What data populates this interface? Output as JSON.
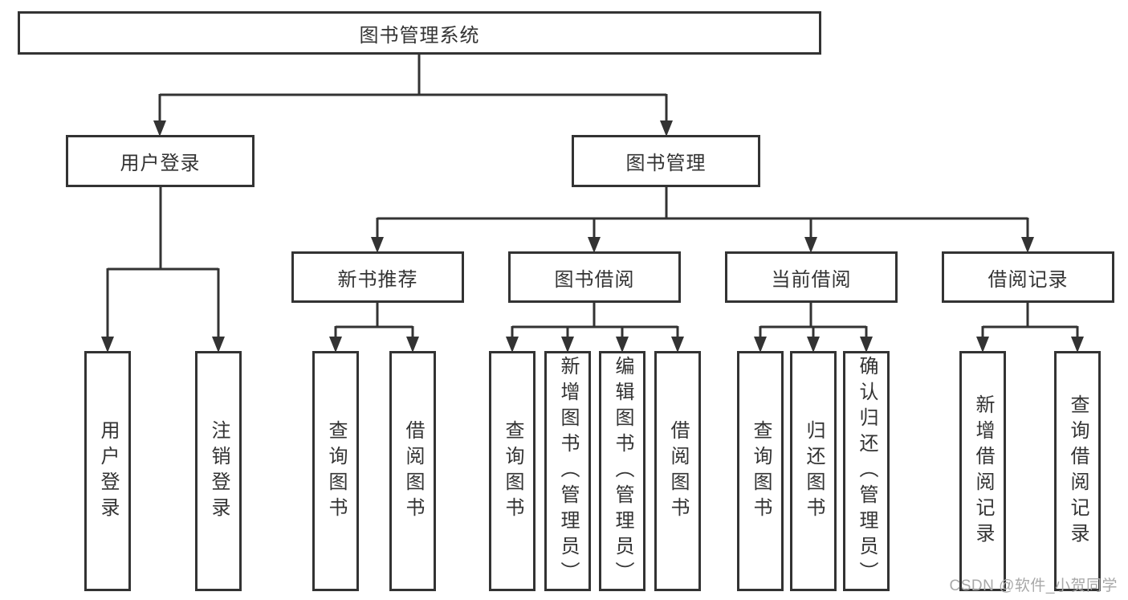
{
  "colors": {
    "line": "#333333",
    "box_border": "#333333",
    "box_fill": "#ffffff",
    "text": "#333333",
    "watermark": "#a8a8a8",
    "background": "#ffffff"
  },
  "diagram": {
    "root": {
      "label": "图书管理系统"
    },
    "level2": [
      {
        "id": "user-login",
        "label": "用户登录"
      },
      {
        "id": "book-management",
        "label": "图书管理"
      }
    ],
    "level3": [
      {
        "id": "new-book-recommend",
        "label": "新书推荐"
      },
      {
        "id": "book-borrowing",
        "label": "图书借阅"
      },
      {
        "id": "current-borrowing",
        "label": "当前借阅"
      },
      {
        "id": "borrowing-records",
        "label": "借阅记录"
      }
    ],
    "leaves": {
      "user_login": [
        {
          "label": "用户登录"
        },
        {
          "label": "注销登录"
        }
      ],
      "new_book_recommend": [
        {
          "label": "查询图书"
        },
        {
          "label": "借阅图书"
        }
      ],
      "book_borrowing": [
        {
          "label": "查询图书"
        },
        {
          "label": "新增图书（管理员）"
        },
        {
          "label": "编辑图书（管理员）"
        },
        {
          "label": "借阅图书"
        }
      ],
      "current_borrowing": [
        {
          "label": "查询图书"
        },
        {
          "label": "归还图书"
        },
        {
          "label": "确认归还（管理员）"
        }
      ],
      "borrowing_records": [
        {
          "label": "新增借阅记录"
        },
        {
          "label": "查询借阅记录"
        }
      ]
    }
  },
  "watermark": {
    "text": "CSDN @软件_小贺同学"
  }
}
